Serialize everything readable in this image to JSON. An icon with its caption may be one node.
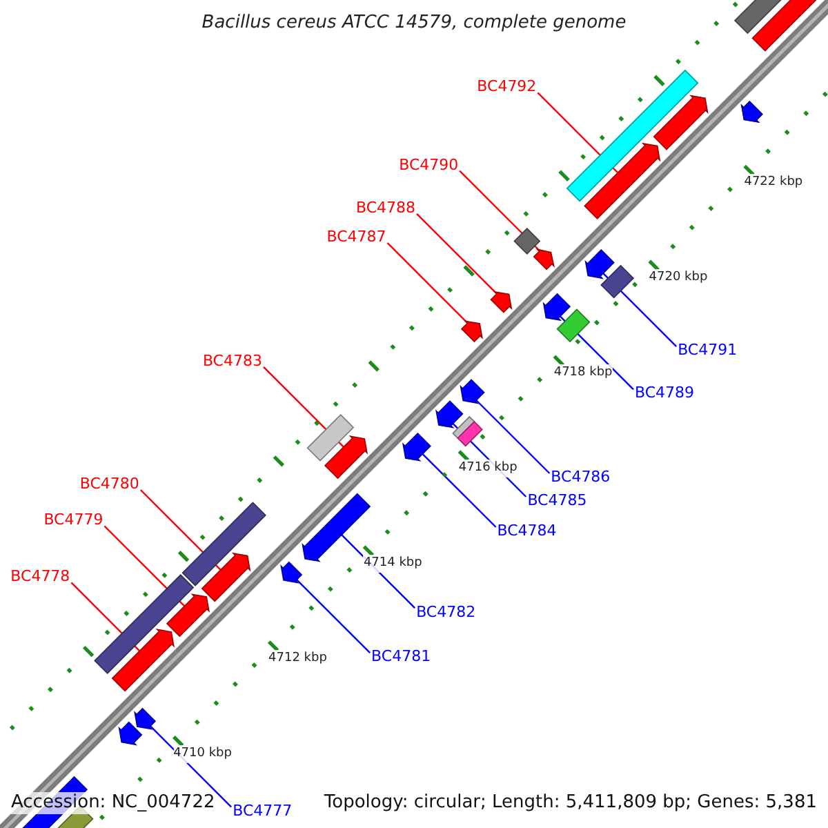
{
  "diagram": {
    "title": "Bacillus cereus ATCC 14579, complete genome",
    "nodes": [
      {
        "text": [
          "BC4792"
        ]
      },
      {
        "text": [
          "BC4790"
        ]
      },
      {
        "text": [
          "BC4788"
        ]
      },
      {
        "text": [
          "BC4787"
        ]
      },
      {
        "text": [
          "BC4791"
        ]
      },
      {
        "text": [
          "BC4783"
        ]
      },
      {
        "text": [
          "BC4789"
        ]
      },
      {
        "text": [
          "BC4786"
        ]
      },
      {
        "text": [
          "BC4780"
        ]
      },
      {
        "text": [
          "BC4785"
        ]
      },
      {
        "text": [
          "BC4784"
        ]
      },
      {
        "text": [
          "BC4779"
        ]
      },
      {
        "text": [
          "BC4778"
        ]
      },
      {
        "text": [
          "BC4782"
        ]
      },
      {
        "text": [
          "BC4781"
        ]
      },
      {
        "text": [
          "BC4777"
        ]
      },
      {
        "text": [],
        "shape": "arrow"
      },
      {
        "text": [],
        "shape": "arrow"
      },
      {
        "text": [],
        "shape": "arrow"
      },
      {
        "text": [],
        "shape": "arrow"
      },
      {
        "text": [],
        "shape": "arrow"
      },
      {
        "text": [],
        "shape": "arrow"
      },
      {
        "text": [],
        "shape": "arrow"
      },
      {
        "text": [],
        "shape": "arrow"
      },
      {
        "text": [],
        "shape": "arrow"
      },
      {
        "text": [],
        "shape": "arrow"
      },
      {
        "text": [],
        "shape": "arrow"
      },
      {
        "text": [],
        "shape": "arrow"
      },
      {
        "text": [],
        "shape": "arrow"
      },
      {
        "text": [],
        "shape": "arrow"
      },
      {
        "text": [],
        "shape": "arrow"
      },
      {
        "text": [],
        "shape": "arrow"
      },
      {
        "text": [],
        "shape": "arrow"
      },
      {
        "text": [],
        "shape": "arrow"
      },
      {
        "text": [],
        "shape": "arrow"
      },
      {
        "text": [],
        "shape": "arrow"
      },
      {
        "text": [],
        "shape": "arrow"
      }
    ],
    "edges": [
      {
        "from": 0,
        "to": 16,
        "arrow": "none",
        "color": "#ff0000"
      },
      {
        "from": 1,
        "to": 17,
        "arrow": "none",
        "color": "#ff0000"
      },
      {
        "from": 2,
        "to": 18,
        "arrow": "none",
        "color": "#ff0000"
      },
      {
        "from": 3,
        "to": 19,
        "arrow": "none",
        "color": "#ff0000"
      },
      {
        "from": 4,
        "to": 20,
        "arrow": "none",
        "color": "#0000ff"
      },
      {
        "from": 5,
        "to": 21,
        "arrow": "none",
        "color": "#ff0000"
      },
      {
        "from": 6,
        "to": 22,
        "arrow": "none",
        "color": "#0000ff"
      },
      {
        "from": 7,
        "to": 23,
        "arrow": "none",
        "color": "#0000ff"
      },
      {
        "from": 8,
        "to": 24,
        "arrow": "none",
        "color": "#ff0000"
      },
      {
        "from": 9,
        "to": 25,
        "arrow": "none",
        "color": "#0000ff"
      },
      {
        "from": 10,
        "to": 26,
        "arrow": "none",
        "color": "#0000ff"
      },
      {
        "from": 11,
        "to": 27,
        "arrow": "none",
        "color": "#ff0000"
      },
      {
        "from": 12,
        "to": 28,
        "arrow": "none",
        "color": "#ff0000"
      },
      {
        "from": 13,
        "to": 29,
        "arrow": "none",
        "color": "#0000ff"
      },
      {
        "from": 14,
        "to": 30,
        "arrow": "none",
        "color": "#0000ff"
      },
      {
        "from": 15,
        "to": 31,
        "arrow": "none",
        "color": "#0000ff"
      }
    ],
    "labels": [
      "4722 kbp",
      "4720 kbp",
      "4718 kbp",
      "4716 kbp",
      "4714 kbp",
      "4712 kbp",
      "4710 kbp",
      "Accession: NC_004722",
      "Topology: circular; Length: 5,411,809 bp; Genes: 5,381"
    ]
  }
}
